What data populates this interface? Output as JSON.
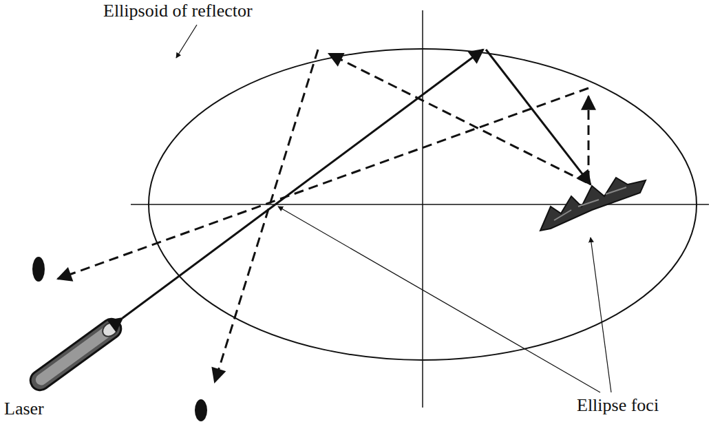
{
  "diagram": {
    "labels": [
      "Ellipsoid of reflector",
      "Laser",
      "Ellipse foci"
    ]
  }
}
